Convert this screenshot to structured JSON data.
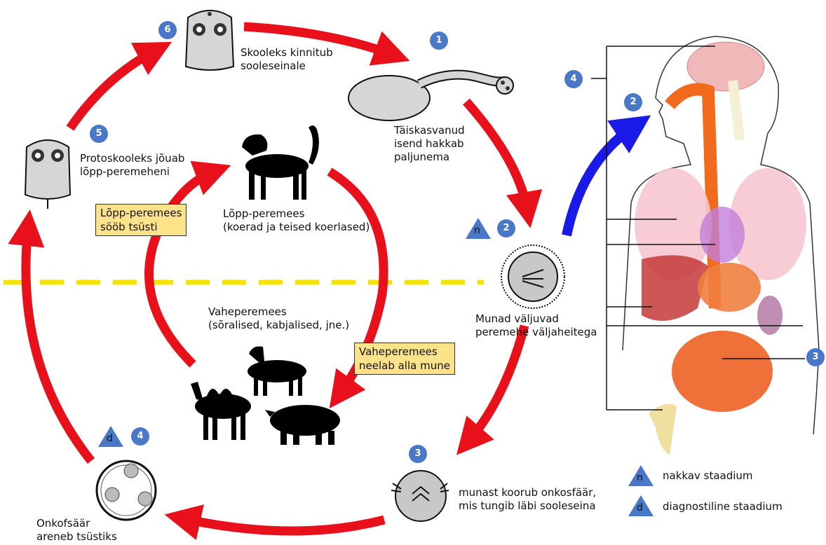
{
  "labels": {
    "stage1": "Täiskasvanud\nisend hakkab\npaljunema",
    "stage2": "Munad väljuvad\nperemehe väljaheitega",
    "stage3": "munast koorub onkosfäär,\nmis tungib läbi sooleseina",
    "stage4": "Onkofsäär\nareneb tsüstiks",
    "stage5": "Protoskooleks jõuab\nlõpp-peremeheni",
    "stage6": "Skooleks kinnitub\nsooleseinale",
    "definitive_host": "Lõpp-peremees\n(koerad ja teised koerlased)",
    "intermediate_host": "Vaheperemees\n(sõralised, kabjalised, jne.)"
  },
  "boxes": {
    "definitive_eats": "Lõpp-peremees\nsööb tsüsti",
    "intermediate_eats": "Vaheperemees\nneelab alla mune"
  },
  "numbers": {
    "n1": "1",
    "n2": "2",
    "n3": "3",
    "n4": "4",
    "n5": "5",
    "n6": "6",
    "human2": "2",
    "human3": "3",
    "human4": "4"
  },
  "legend": {
    "n_symbol": "n",
    "n_text": "nakkav staadium",
    "d_symbol": "d",
    "d_text": "diagnostiline staadium"
  },
  "colors": {
    "arrow_red": "#e8101a",
    "arrow_blue": "#1a1ae8",
    "badge": "#4a78c8",
    "box": "#fce38a",
    "divider": "#f5e300"
  }
}
